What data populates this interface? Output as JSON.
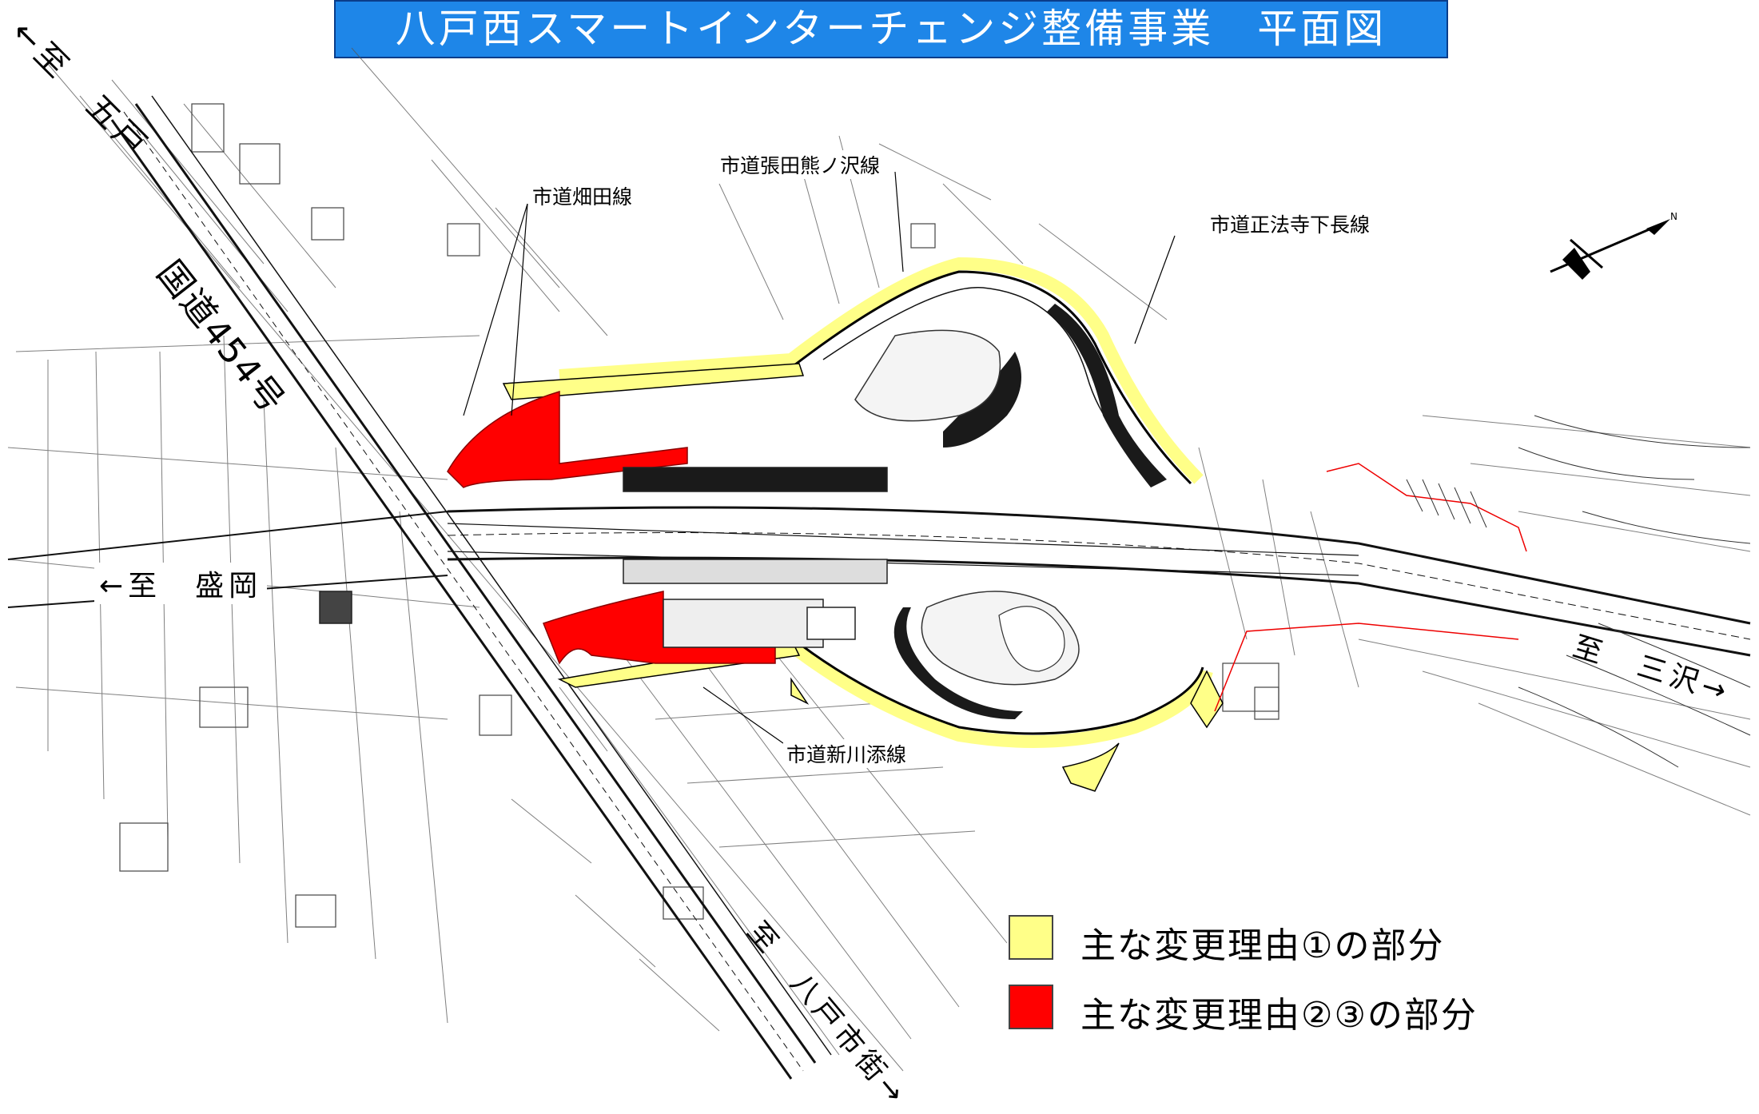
{
  "title": "八戸西スマートインターチェンジ整備事業　平面図",
  "directions": {
    "gonohe": "←至　五戸",
    "morioka": "←至　盛岡",
    "misawa": "至　三沢→",
    "hachinohe": "至　八戸市街→"
  },
  "route_label": "国道454号",
  "road_labels": {
    "hatada": "市道畑田線",
    "harita": "市道張田熊ノ沢線",
    "shohoji": "市道正法寺下長線",
    "shinkawa": "市道新川添線"
  },
  "legend": [
    {
      "text": "主な変更理由①の部分",
      "color": "#ffff88"
    },
    {
      "text": "主な変更理由②③の部分",
      "color": "#ff0000"
    }
  ],
  "colors": {
    "banner": "#1e86e8",
    "change_reason_1": "#ffff88",
    "change_reason_23": "#ff0000",
    "pavement_dark": "#1a1a1a"
  },
  "north_label": "N"
}
